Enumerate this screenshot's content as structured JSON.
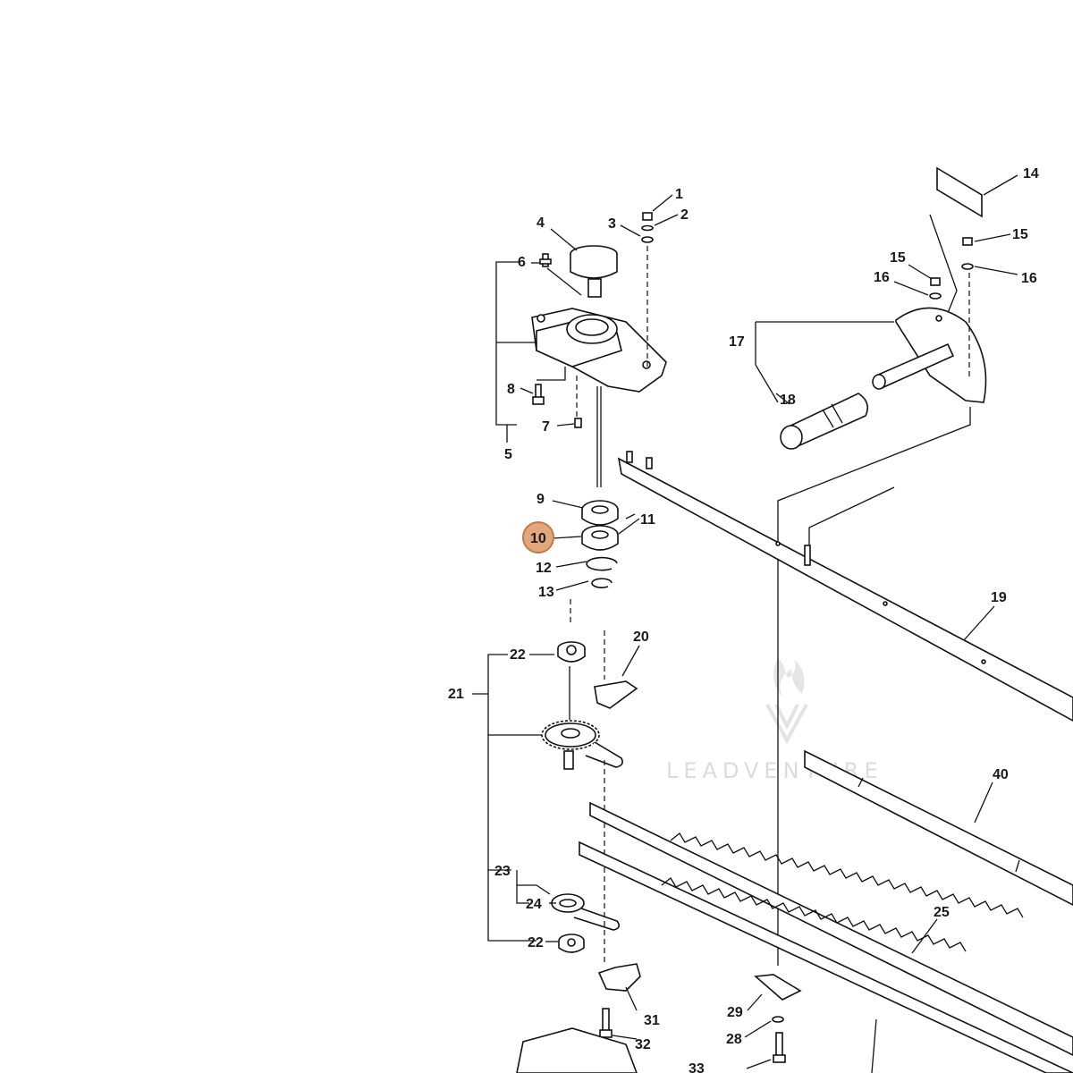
{
  "diagram": {
    "watermark_text": "LEADVENTURE",
    "highlight_color": "#e2a77c",
    "highlight_stroke": "#c07a48",
    "selected_callout": "10",
    "callouts": [
      "1",
      "2",
      "3",
      "4",
      "5",
      "6",
      "7",
      "8",
      "9",
      "10",
      "11",
      "12",
      "13",
      "14",
      "15",
      "15",
      "16",
      "16",
      "17",
      "18",
      "19",
      "20",
      "21",
      "22",
      "22",
      "23",
      "24",
      "25",
      "28",
      "29",
      "31",
      "32",
      "33",
      "40"
    ]
  }
}
